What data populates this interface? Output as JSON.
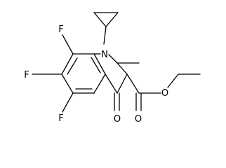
{
  "molecule": {
    "atoms": {
      "f8": "F",
      "f7": "F",
      "f6": "F",
      "n1": "N",
      "o_ketone": "O",
      "o_ester_carbonyl": "O",
      "o_ester_ether": "O"
    },
    "colors": {
      "bond": "#000000",
      "label": "#000000",
      "background": "#ffffff"
    }
  }
}
